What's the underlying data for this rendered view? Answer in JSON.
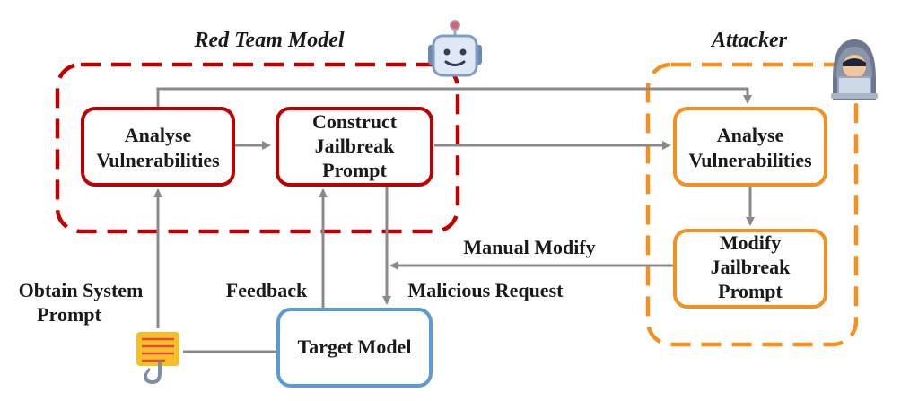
{
  "groups": {
    "red_team": {
      "title": "Red Team Model",
      "color": "#c00000"
    },
    "attacker": {
      "title": "Attacker",
      "color": "#f4901e"
    }
  },
  "nodes": {
    "rt_analyse": {
      "lines": [
        "Analyse",
        "Vulnerabilities"
      ]
    },
    "rt_construct": {
      "lines": [
        "Construct",
        "Jailbreak",
        "Prompt"
      ]
    },
    "att_analyse": {
      "lines": [
        "Analyse",
        "Vulnerabilities"
      ]
    },
    "att_modify": {
      "lines": [
        "Modify",
        "Jailbreak",
        "Prompt"
      ]
    },
    "target": {
      "lines": [
        "Target Model"
      ],
      "color": "#5b9bd5"
    }
  },
  "edge_labels": {
    "manual_modify": "Manual Modify",
    "malicious_request": "Malicious Request",
    "feedback": "Feedback",
    "obtain_system_prompt": [
      "Obtain System",
      "Prompt"
    ]
  },
  "icons": {
    "robot": "robot-icon",
    "hacker": "hacker-icon",
    "hook": "hook-icon"
  },
  "colors": {
    "arrow": "#8a8a8a",
    "text": "#1a1a1a"
  }
}
